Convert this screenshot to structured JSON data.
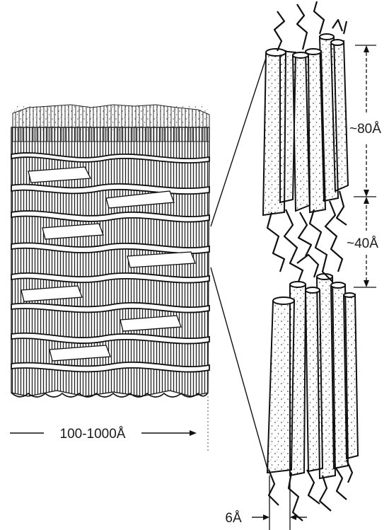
{
  "labels": {
    "spacing_80": "~80Å",
    "spacing_40": "~40Å",
    "width_block": "100-1000Å",
    "width_chain": "6Å"
  },
  "colors": {
    "ink": "#1a1a1a",
    "paper": "#ffffff",
    "shade": "#e6e6e6"
  }
}
